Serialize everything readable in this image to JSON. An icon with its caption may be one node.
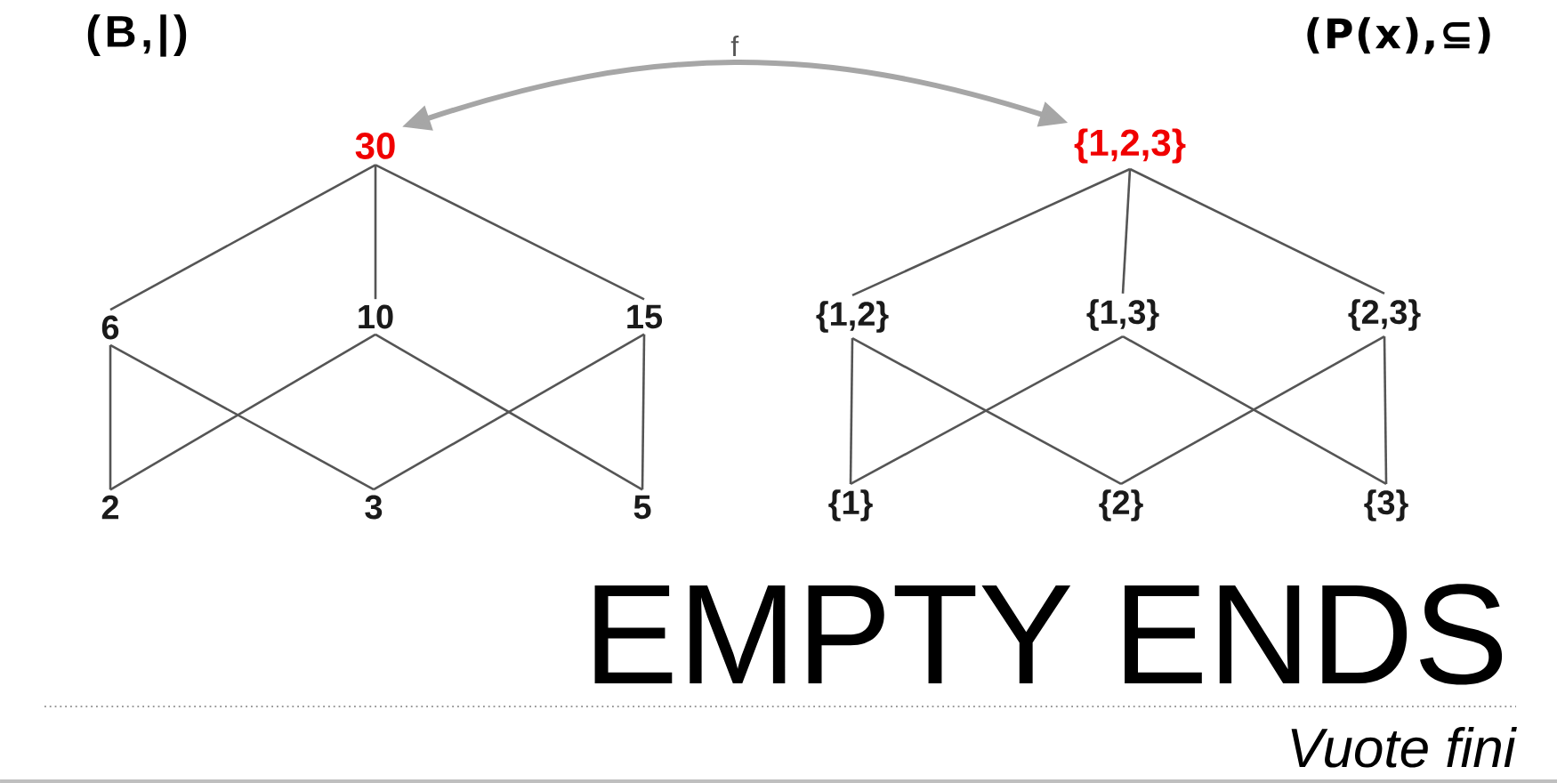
{
  "diagram": {
    "title": "EMPTY ENDS",
    "nodes": [
      {
        "text": [
          "30"
        ]
      },
      {
        "text": [
          "6"
        ]
      },
      {
        "text": [
          "10"
        ]
      },
      {
        "text": [
          "15"
        ]
      },
      {
        "text": [
          "2"
        ]
      },
      {
        "text": [
          "3"
        ]
      },
      {
        "text": [
          "5"
        ]
      },
      {
        "text": [
          "{1,2,3}"
        ]
      },
      {
        "text": [
          "{1,2}"
        ]
      },
      {
        "text": [
          "{1,3}"
        ]
      },
      {
        "text": [
          "{2,3}"
        ]
      },
      {
        "text": [
          "{1}"
        ]
      },
      {
        "text": [
          "{2}"
        ]
      },
      {
        "text": [
          "{3}"
        ]
      }
    ],
    "edges": [
      {
        "from": 0,
        "to": 7,
        "arrow": "both",
        "label": "f",
        "style": "thick",
        "color": "#a6a6a6"
      },
      {
        "from": 0,
        "to": 1,
        "arrow": "none"
      },
      {
        "from": 0,
        "to": 2,
        "arrow": "none"
      },
      {
        "from": 0,
        "to": 3,
        "arrow": "none"
      },
      {
        "from": 1,
        "to": 4,
        "arrow": "none"
      },
      {
        "from": 1,
        "to": 5,
        "arrow": "none"
      },
      {
        "from": 2,
        "to": 4,
        "arrow": "none"
      },
      {
        "from": 2,
        "to": 6,
        "arrow": "none"
      },
      {
        "from": 3,
        "to": 5,
        "arrow": "none"
      },
      {
        "from": 3,
        "to": 6,
        "arrow": "none"
      },
      {
        "from": 7,
        "to": 8,
        "arrow": "none"
      },
      {
        "from": 7,
        "to": 9,
        "arrow": "none"
      },
      {
        "from": 7,
        "to": 10,
        "arrow": "none"
      },
      {
        "from": 8,
        "to": 11,
        "arrow": "none"
      },
      {
        "from": 8,
        "to": 12,
        "arrow": "none"
      },
      {
        "from": 9,
        "to": 11,
        "arrow": "none"
      },
      {
        "from": 9,
        "to": 13,
        "arrow": "none"
      },
      {
        "from": 10,
        "to": 12,
        "arrow": "none"
      },
      {
        "from": 10,
        "to": 13,
        "arrow": "none"
      }
    ],
    "labels": [
      "(B,|)",
      "(P(x),⊆)",
      "Vuote fini"
    ]
  }
}
